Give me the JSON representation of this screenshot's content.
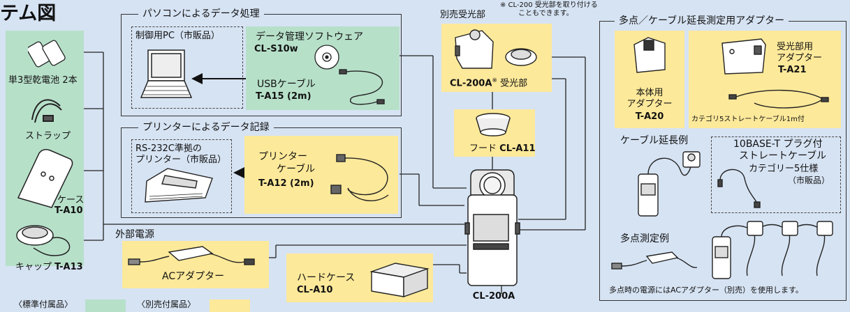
{
  "title": "テム図",
  "standard_items": {
    "batteries": "単3型乾電池 2本",
    "strap": "ストラップ",
    "case_label": "ケース",
    "case_code": "T-A10",
    "cap_label": "キャップ",
    "cap_code": "T-A13"
  },
  "pc_section": {
    "title": "パソコンによるデータ処理",
    "pc_label": "制御用PC（市販品）",
    "software_label": "データ管理ソフトウェア",
    "software_code": "CL-S10w",
    "usb_label": "USBケーブル",
    "usb_code": "T-A15 (2m)"
  },
  "printer_section": {
    "title": "プリンターによるデータ記録",
    "printer_label_1": "RS-232C準拠の",
    "printer_label_2": "プリンター（市販品）",
    "cable_label_1": "プリンター",
    "cable_label_2": "ケーブル",
    "cable_code": "T-A12 (2m)"
  },
  "power": {
    "title": "外部電源",
    "ac_label": "ACアダプター"
  },
  "hard_case": {
    "label": "ハードケース",
    "code": "CL-A10"
  },
  "receptor": {
    "top_label": "別売受光部",
    "note_line1": "※ CL-200 受光部を取り付ける",
    "note_line2": "こともできます。",
    "code": "CL-200A",
    "sup": "※",
    "suffix": " 受光部"
  },
  "hood": {
    "label": "フード",
    "code": "CL-A11"
  },
  "main_unit": {
    "code": "CL-200A"
  },
  "adapter_section": {
    "title": "多点／ケーブル延長測定用アダプター",
    "body_label_1": "本体用",
    "body_label_2": "アダプター",
    "body_code": "T-A20",
    "rx_label_1": "受光部用",
    "rx_label_2": "アダプター",
    "rx_code": "T-A21",
    "rx_cable_note": "カテゴリ5ストレートケーブル1m付",
    "ext_example": "ケーブル延長例",
    "lan_line1": "10BASE-T プラグ付",
    "lan_line2": "ストレートケーブル",
    "lan_line3": "カテゴリー5仕様",
    "lan_line4": "（市販品）",
    "multi_example": "多点測定例",
    "multi_note": "多点時の電源にはACアダプター（別売）を使用します。"
  },
  "legend": {
    "standard": "〈標準付属品〉",
    "optional": "〈別売付属品〉"
  },
  "colors": {
    "background": "#d6e3f3",
    "standard_accessory": "#b7e0c9",
    "optional_accessory": "#fde99a"
  }
}
